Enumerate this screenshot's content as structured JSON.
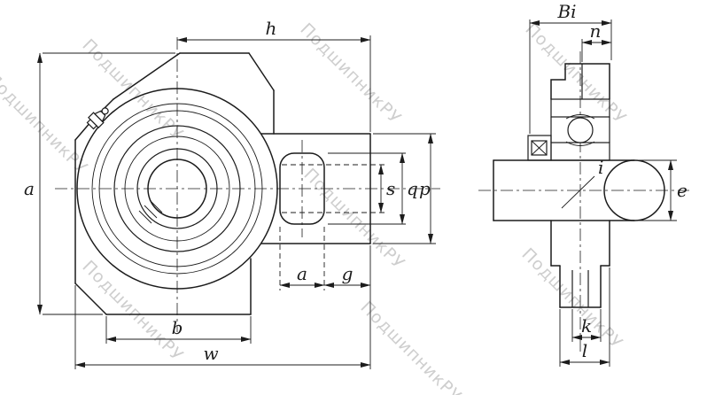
{
  "watermark": {
    "text": "ПодшипникРУ"
  },
  "colors": {
    "line": "#1c1c1c",
    "watermark": "#c2c2c2",
    "background": "#ffffff"
  },
  "front_view": {
    "dims": {
      "h": "h",
      "height_a": "a",
      "s": "s",
      "q": "q",
      "p": "p",
      "slot_a": "a",
      "g": "g",
      "b": "b",
      "w": "w"
    }
  },
  "side_view": {
    "dims": {
      "Bi": "Bi",
      "n": "n",
      "i": "i",
      "e": "e",
      "k": "k",
      "l": "l"
    }
  }
}
